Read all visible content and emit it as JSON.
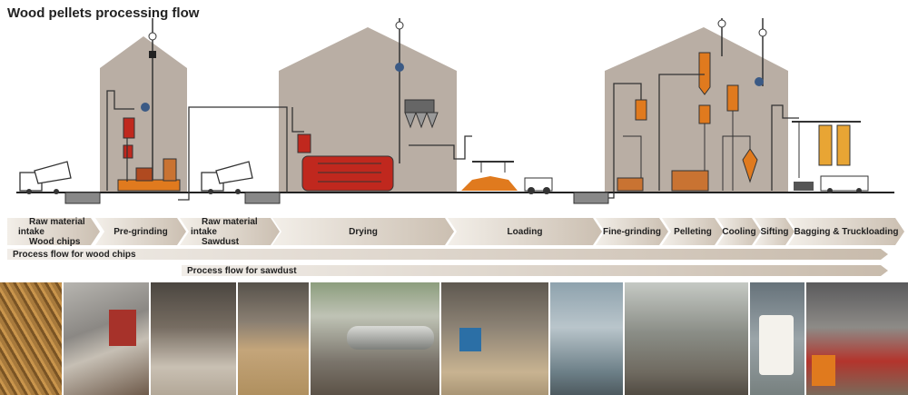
{
  "title": "Wood pellets processing flow",
  "stages": [
    {
      "id": "raw-wood",
      "label_line1": "Raw material intake",
      "label_line2": "Wood chips"
    },
    {
      "id": "pre-grinding",
      "label_line1": "Pre-grinding",
      "label_line2": ""
    },
    {
      "id": "raw-sawdust",
      "label_line1": "Raw material intake",
      "label_line2": "Sawdust"
    },
    {
      "id": "drying",
      "label_line1": "Drying",
      "label_line2": ""
    },
    {
      "id": "loading",
      "label_line1": "Loading",
      "label_line2": ""
    },
    {
      "id": "fine-grinding",
      "label_line1": "Fine-grinding",
      "label_line2": ""
    },
    {
      "id": "pelleting",
      "label_line1": "Pelleting",
      "label_line2": ""
    },
    {
      "id": "cooling",
      "label_line1": "Cooling",
      "label_line2": ""
    },
    {
      "id": "sifting",
      "label_line1": "Sifting",
      "label_line2": ""
    },
    {
      "id": "bagging",
      "label_line1": "Bagging & Truckloading",
      "label_line2": ""
    }
  ],
  "flows": {
    "wood_chips": "Process flow for wood chips",
    "sawdust": "Process flow for sawdust"
  },
  "photos": [
    {
      "name": "wood-chips-pile-photo"
    },
    {
      "name": "wood-chipper-machine-photo"
    },
    {
      "name": "warehouse-storage-photo"
    },
    {
      "name": "sawdust-pile-photo"
    },
    {
      "name": "rotary-dryer-photo"
    },
    {
      "name": "conveyor-loading-photo"
    },
    {
      "name": "hammer-mill-photo"
    },
    {
      "name": "pellet-mill-photo"
    },
    {
      "name": "pellet-bag-photo"
    },
    {
      "name": "forklift-truck-photo"
    }
  ],
  "colors": {
    "building": "#b5aaa0",
    "equipment_red": "#c0281e",
    "equipment_orange": "#e07a1e",
    "pellet_yellow": "#e8a534",
    "line": "#222222"
  }
}
